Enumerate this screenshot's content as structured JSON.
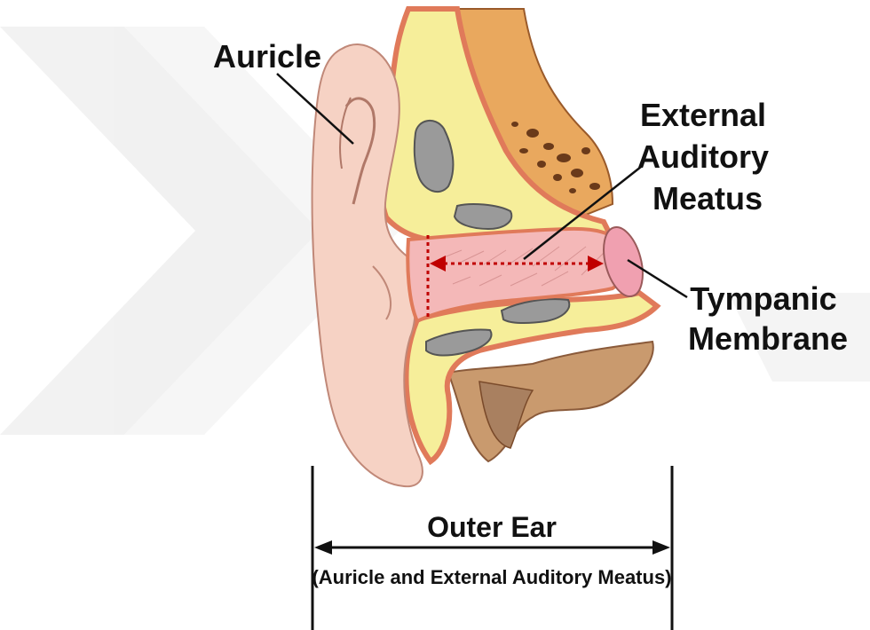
{
  "labels": {
    "auricle": "Auricle",
    "external_auditory_meatus": [
      "External",
      "Auditory",
      "Meatus"
    ],
    "tympanic_membrane": [
      "Tympanic",
      "Membrane"
    ],
    "outer_ear": "Outer Ear",
    "outer_ear_caption": "(Auricle and External Auditory Meatus)"
  },
  "colors": {
    "skin": "#f6d2c4",
    "skin_shade": "#e8b3a4",
    "canal": "#f4b8b8",
    "cartilage": "#f6ee9a",
    "outline_orange": "#e07a5a",
    "bone": "#e6a55a",
    "bone_pore": "#6a3a1a",
    "gray_cavity": "#9a9a9a",
    "tissue_brown": "#b58a6a",
    "arrow_red": "#c00000",
    "watermark": "#e9e9e9"
  }
}
